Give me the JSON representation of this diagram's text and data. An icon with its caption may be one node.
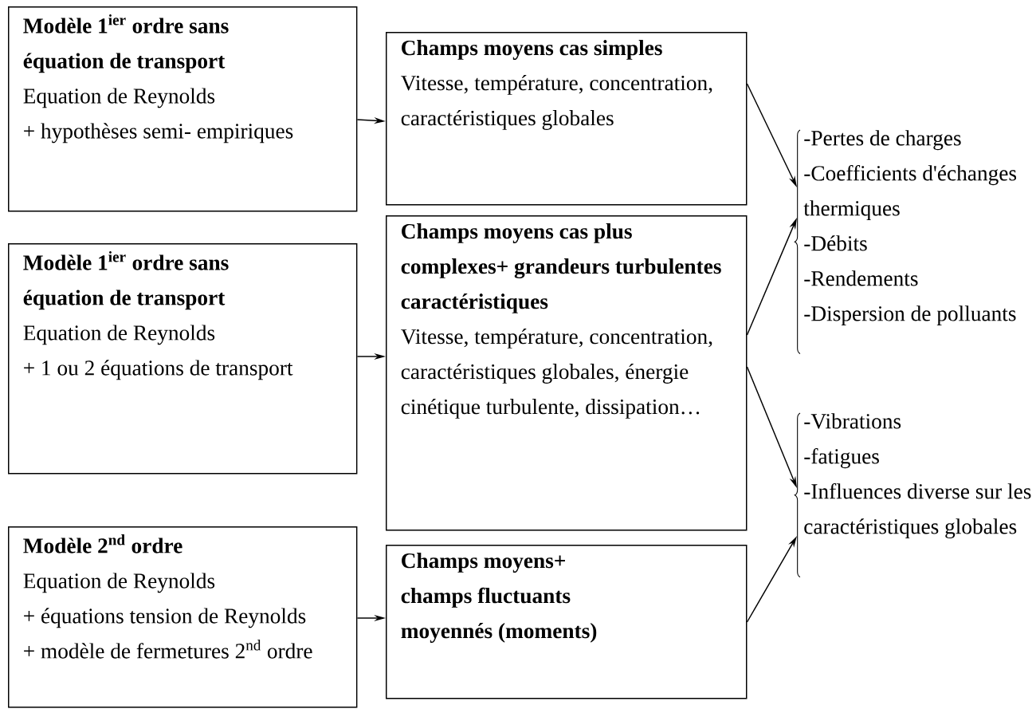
{
  "diagram": {
    "nodes": [
      {
        "text": [
          "Modèle 1$^{ier}$ ordre sans équation de transport",
          "Equation de Reynolds",
          "+ hypothèses semi- empiriques"
        ]
      },
      {
        "text": [
          "Champs moyens cas simples",
          "Vitesse, température, concentration, caractéristiques globales"
        ]
      },
      {
        "text": [
          "-Pertes de charges",
          "-Coefficients d'échanges thermiques",
          "-Débits",
          "-Rendements",
          "-Dispersion de polluants"
        ]
      },
      {
        "text": [
          "Modèle 1$^{ier}$ ordre sans équation de transport",
          "Equation de Reynolds",
          "+ 1 ou 2 équations de transport"
        ]
      },
      {
        "text": [
          "Champs moyens cas plus complexes+ grandeurs turbulentes caractéristiques",
          "Vitesse, température, concentration, caractéristiques globales, énergie cinétique turbulente, dissipation…"
        ]
      },
      {
        "text": [
          "-Vibrations",
          "-fatigues",
          "-Influences diverse sur les caractéristiques globales"
        ]
      },
      {
        "text": [
          "Modèle 2$^{nd}$ ordre",
          "Equation de Reynolds",
          "+ équations tension de Reynolds",
          "+ modèle de fermetures 2$^{nd}$ ordre"
        ]
      },
      {
        "text": [
          "Champs moyens+ champs fluctuants moyennés (moments)"
        ]
      }
    ],
    "edges": [
      {
        "from": 0,
        "to": 1,
        "arrow": "to"
      },
      {
        "from": 1,
        "to": 2,
        "arrow": "to"
      },
      {
        "from": 3,
        "to": 4,
        "arrow": "to"
      },
      {
        "from": 4,
        "to": 2,
        "arrow": "to"
      },
      {
        "from": 4,
        "to": 5,
        "arrow": "to"
      },
      {
        "from": 6,
        "to": 7,
        "arrow": "to"
      },
      {
        "from": 7,
        "to": 5,
        "arrow": "to"
      }
    ]
  }
}
